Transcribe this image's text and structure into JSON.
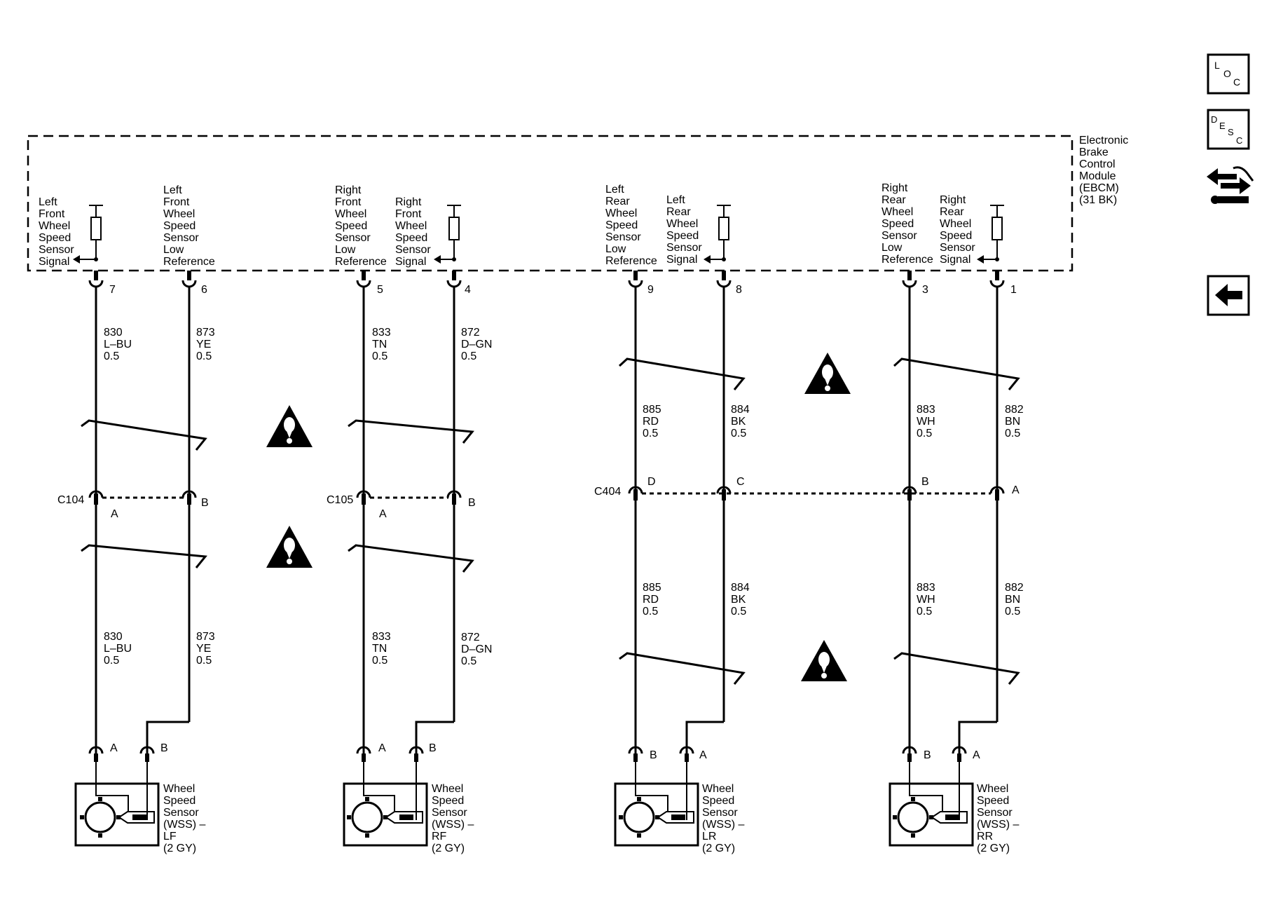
{
  "module": {
    "name_lines": [
      "Electronic",
      "Brake",
      "Control",
      "Module",
      "(EBCM)",
      "(31 BK)"
    ]
  },
  "circuits": [
    {
      "id": "lf_sig",
      "pin": "7",
      "label_lines": [
        "Left",
        "Front",
        "Wheel",
        "Speed",
        "Sensor",
        "Signal"
      ],
      "num": "830",
      "color": "L–BU",
      "size": "0.5",
      "conn_pin": "A",
      "sensor_pin": "A"
    },
    {
      "id": "lf_low",
      "pin": "6",
      "label_lines": [
        "Left",
        "Front",
        "Wheel",
        "Speed",
        "Sensor",
        "Low",
        "Reference"
      ],
      "num": "873",
      "color": "YE",
      "size": "0.5",
      "conn_pin": "B",
      "sensor_pin": "B"
    },
    {
      "id": "rf_low",
      "pin": "5",
      "label_lines": [
        "Right",
        "Front",
        "Wheel",
        "Speed",
        "Sensor",
        "Low",
        "Reference"
      ],
      "num": "833",
      "color": "TN",
      "size": "0.5",
      "conn_pin": "A",
      "sensor_pin": "A"
    },
    {
      "id": "rf_sig",
      "pin": "4",
      "label_lines": [
        "Right",
        "Front",
        "Wheel",
        "Speed",
        "Sensor",
        "Signal"
      ],
      "num": "872",
      "color": "D–GN",
      "size": "0.5",
      "conn_pin": "B",
      "sensor_pin": "B"
    },
    {
      "id": "lr_low",
      "pin": "9",
      "label_lines": [
        "Left",
        "Rear",
        "Wheel",
        "Speed",
        "Sensor",
        "Low",
        "Reference"
      ],
      "num": "885",
      "color": "RD",
      "size": "0.5",
      "conn_pin": "D",
      "sensor_pin": "B"
    },
    {
      "id": "lr_sig",
      "pin": "8",
      "label_lines": [
        "Left",
        "Rear",
        "Wheel",
        "Speed",
        "Sensor",
        "Signal"
      ],
      "num": "884",
      "color": "BK",
      "size": "0.5",
      "conn_pin": "C",
      "sensor_pin": "A"
    },
    {
      "id": "rr_low",
      "pin": "3",
      "label_lines": [
        "Right",
        "Rear",
        "Wheel",
        "Speed",
        "Sensor",
        "Low",
        "Reference"
      ],
      "num": "883",
      "color": "WH",
      "size": "0.5",
      "conn_pin": "B",
      "sensor_pin": "B"
    },
    {
      "id": "rr_sig",
      "pin": "1",
      "label_lines": [
        "Right",
        "Rear",
        "Wheel",
        "Speed",
        "Sensor",
        "Signal"
      ],
      "num": "882",
      "color": "BN",
      "size": "0.5",
      "conn_pin": "A",
      "sensor_pin": "A"
    }
  ],
  "connectors": {
    "c104": "C104",
    "c105": "C105",
    "c404": "C404"
  },
  "sensors": [
    {
      "id": "lf",
      "label_lines": [
        "Wheel",
        "Speed",
        "Sensor",
        "(WSS) –",
        "LF",
        "(2 GY)"
      ]
    },
    {
      "id": "rf",
      "label_lines": [
        "Wheel",
        "Speed",
        "Sensor",
        "(WSS) –",
        "RF",
        "(2 GY)"
      ]
    },
    {
      "id": "lr",
      "label_lines": [
        "Wheel",
        "Speed",
        "Sensor",
        "(WSS) –",
        "LR",
        "(2 GY)"
      ]
    },
    {
      "id": "rr",
      "label_lines": [
        "Wheel",
        "Speed",
        "Sensor",
        "(WSS) –",
        "RR",
        "(2 GY)"
      ]
    }
  ],
  "nav": {
    "loc": [
      "L",
      "O",
      "C"
    ],
    "desc": [
      "D",
      "E",
      "S",
      "C"
    ],
    "icons": [
      "connector-exchange-icon",
      "back-arrow-icon"
    ]
  }
}
